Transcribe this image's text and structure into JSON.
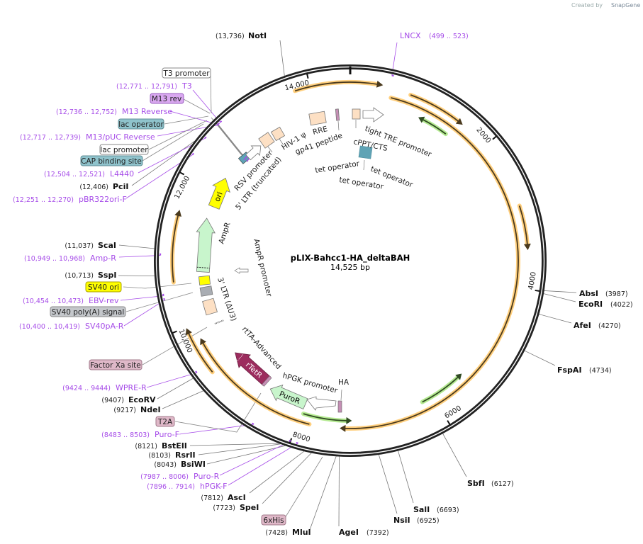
{
  "watermark": {
    "created_by": "Created by",
    "brand": "SnapGene"
  },
  "plasmid": {
    "name": "pLIX-Bahcc1-HA_deltaBAH",
    "length_label": "14,525 bp",
    "length_bp": 14525
  },
  "ring_ticks": [
    "2000",
    "4000",
    "6000",
    "8000",
    "10,000",
    "12,000",
    "14,000"
  ],
  "ring_tick_positions": [
    2000,
    4000,
    6000,
    8000,
    10000,
    12000,
    14000
  ],
  "enzymes": [
    {
      "name": "NotI",
      "pos_label": "(13,736)",
      "pos": 13736
    },
    {
      "name": "PciI",
      "pos_label": "(12,406)",
      "pos": 12406
    },
    {
      "name": "ScaI",
      "pos_label": "(11,037)",
      "pos": 11037
    },
    {
      "name": "SspI",
      "pos_label": "(10,713)",
      "pos": 10713
    },
    {
      "name": "EcoRV",
      "pos_label": "(9407)",
      "pos": 9407
    },
    {
      "name": "NdeI",
      "pos_label": "(9217)",
      "pos": 9217
    },
    {
      "name": "BstEII",
      "pos_label": "(8121)",
      "pos": 8121
    },
    {
      "name": "RsrII",
      "pos_label": "(8103)",
      "pos": 8103
    },
    {
      "name": "BsiWI",
      "pos_label": "(8043)",
      "pos": 8043
    },
    {
      "name": "AscI",
      "pos_label": "(7812)",
      "pos": 7812
    },
    {
      "name": "SpeI",
      "pos_label": "(7723)",
      "pos": 7723
    },
    {
      "name": "MluI",
      "pos_label": "(7428)",
      "pos": 7428
    },
    {
      "name": "AgeI",
      "pos_label": "(7392)",
      "pos": 7392
    },
    {
      "name": "NsiI",
      "pos_label": "(6925)",
      "pos": 6925
    },
    {
      "name": "SalI",
      "pos_label": "(6693)",
      "pos": 6693
    },
    {
      "name": "SbfI",
      "pos_label": "(6127)",
      "pos": 6127
    },
    {
      "name": "FspAI",
      "pos_label": "(4734)",
      "pos": 4734
    },
    {
      "name": "AfeI",
      "pos_label": "(4270)",
      "pos": 4270
    },
    {
      "name": "AbsI",
      "pos_label": "(3987)",
      "pos": 3987
    },
    {
      "name": "EcoRI",
      "pos_label": "(4022)",
      "pos": 4022
    }
  ],
  "primers": [
    {
      "name": "LNCX",
      "range_label": "(499 .. 523)",
      "mid": 511
    },
    {
      "name": "T3",
      "range_label": "(12,771 .. 12,791)",
      "mid": 12781
    },
    {
      "name": "M13 Reverse",
      "range_label": "(12,736 .. 12,752)",
      "mid": 12744
    },
    {
      "name": "M13/pUC Reverse",
      "range_label": "(12,717 .. 12,739)",
      "mid": 12728
    },
    {
      "name": "L4440",
      "range_label": "(12,504 .. 12,521)",
      "mid": 12512
    },
    {
      "name": "pBR322ori-F",
      "range_label": "(12,251 .. 12,270)",
      "mid": 12260
    },
    {
      "name": "Amp-R",
      "range_label": "(10,949 .. 10,968)",
      "mid": 10958
    },
    {
      "name": "EBV-rev",
      "range_label": "(10,454 .. 10,473)",
      "mid": 10463
    },
    {
      "name": "SV40pA-R",
      "range_label": "(10,400 .. 10,419)",
      "mid": 10409
    },
    {
      "name": "WPRE-R",
      "range_label": "(9424 .. 9444)",
      "mid": 9434
    },
    {
      "name": "Puro-F",
      "range_label": "(8483 .. 8503)",
      "mid": 8493
    },
    {
      "name": "Puro-R",
      "range_label": "(7987 .. 8006)",
      "mid": 7996
    },
    {
      "name": "hPGK-F",
      "range_label": "(7896 .. 7914)",
      "mid": 7905
    }
  ],
  "boxed_features": [
    {
      "label": "T3 promoter",
      "fill": "#ffffff"
    },
    {
      "label": "M13 rev",
      "fill": "#d9a8f0"
    },
    {
      "label": "lac operator",
      "fill": "#8fc3cc"
    },
    {
      "label": "lac promoter",
      "fill": "#ffffff"
    },
    {
      "label": "CAP binding site",
      "fill": "#8fc3cc"
    },
    {
      "label": "SV40 ori",
      "fill": "#ffff00"
    },
    {
      "label": "SV40 poly(A) signal",
      "fill": "#c4c7cb"
    },
    {
      "label": "Factor Xa site",
      "fill": "#dfb8c8"
    },
    {
      "label": "T2A",
      "fill": "#dfb8c8"
    },
    {
      "label": "6xHis",
      "fill": "#dfb8c8"
    }
  ],
  "inner_features": {
    "rsv_promoter": "RSV promoter",
    "ltr5": "5' LTR (truncated)",
    "hiv_psi": "HIV-1 ψ",
    "rre": "RRE",
    "gp41": "gp41 peptide",
    "tre": "tight TRE promoter",
    "cppt": "cPPT/CTS",
    "tet_op_1": "tet operator",
    "tet_op_2": "tet operator",
    "tet_op_3": "tet operator",
    "ori": "ori",
    "ampr": "AmpR",
    "ampr_promoter": "AmpR promoter",
    "ltr3": "3' LTR (ΔU3)",
    "rtta": "rtTA-Advanced",
    "rtetr": "rTetR",
    "hpgk": "hPGK promoter",
    "puror": "PuroR",
    "ha": "HA"
  },
  "colors": {
    "orf": "#ffc766",
    "green_orf": "#a8e67f",
    "feature_peach": "#fde0c4",
    "ori": "#ffff00",
    "ampr": "#c8f5cc",
    "rtetr": "#9c2c5e",
    "primer": "#a64ce8"
  }
}
